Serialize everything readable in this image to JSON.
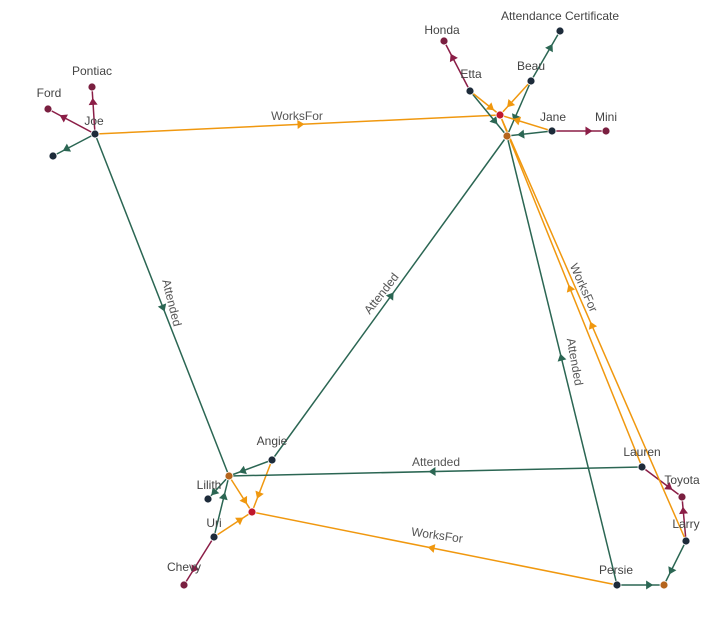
{
  "colors": {
    "edge_green": "#2b6653",
    "edge_orange": "#f0980f",
    "edge_maroon": "#8b1e47",
    "node_dark": "#1d2b3a",
    "node_maroon": "#7a1f40",
    "node_orange": "#b5651d",
    "node_red": "#c0172c",
    "label": "#444444"
  },
  "nodes": [
    {
      "id": "joe",
      "label": "Joe",
      "kind": "dark"
    },
    {
      "id": "ford",
      "label": "Ford",
      "kind": "maroon"
    },
    {
      "id": "pontiac",
      "label": "Pontiac",
      "kind": "maroon"
    },
    {
      "id": "joe_child",
      "label": "",
      "kind": "dark"
    },
    {
      "id": "honda",
      "label": "Honda",
      "kind": "maroon"
    },
    {
      "id": "etta",
      "label": "Etta",
      "kind": "dark"
    },
    {
      "id": "beau",
      "label": "Beau",
      "kind": "dark"
    },
    {
      "id": "attcert",
      "label": "Attendance Certificate",
      "kind": "dark"
    },
    {
      "id": "company_top",
      "label": "",
      "kind": "red"
    },
    {
      "id": "school_top",
      "label": "",
      "kind": "orange"
    },
    {
      "id": "jane",
      "label": "Jane",
      "kind": "dark"
    },
    {
      "id": "mini",
      "label": "Mini",
      "kind": "maroon"
    },
    {
      "id": "angie",
      "label": "Angie",
      "kind": "dark"
    },
    {
      "id": "lilith",
      "label": "Lilith",
      "kind": "orange"
    },
    {
      "id": "lilith_child",
      "label": "",
      "kind": "dark"
    },
    {
      "id": "company_bottom",
      "label": "",
      "kind": "red"
    },
    {
      "id": "uri",
      "label": "Uri",
      "kind": "dark"
    },
    {
      "id": "chevy",
      "label": "Chevy",
      "kind": "maroon"
    },
    {
      "id": "lauren",
      "label": "Lauren",
      "kind": "dark"
    },
    {
      "id": "toyota",
      "label": "Toyota",
      "kind": "maroon"
    },
    {
      "id": "larry",
      "label": "Larry",
      "kind": "dark"
    },
    {
      "id": "persie",
      "label": "Persie",
      "kind": "dark"
    },
    {
      "id": "school_bottom",
      "label": "",
      "kind": "orange"
    }
  ],
  "edges": [
    {
      "from": "joe",
      "to": "ford",
      "color": "maroon",
      "label": ""
    },
    {
      "from": "joe",
      "to": "pontiac",
      "color": "maroon",
      "label": ""
    },
    {
      "from": "joe",
      "to": "joe_child",
      "color": "green",
      "label": ""
    },
    {
      "from": "joe",
      "to": "company_top",
      "color": "orange",
      "label": "WorksFor"
    },
    {
      "from": "joe",
      "to": "lilith",
      "color": "green",
      "label": "Attended"
    },
    {
      "from": "etta",
      "to": "honda",
      "color": "maroon",
      "label": ""
    },
    {
      "from": "etta",
      "to": "school_top",
      "color": "green",
      "label": ""
    },
    {
      "from": "etta",
      "to": "company_top",
      "color": "orange",
      "label": ""
    },
    {
      "from": "beau",
      "to": "attcert",
      "color": "green",
      "label": ""
    },
    {
      "from": "beau",
      "to": "school_top",
      "color": "green",
      "label": ""
    },
    {
      "from": "beau",
      "to": "company_top",
      "color": "orange",
      "label": ""
    },
    {
      "from": "jane",
      "to": "mini",
      "color": "maroon",
      "label": ""
    },
    {
      "from": "jane",
      "to": "school_top",
      "color": "green",
      "label": ""
    },
    {
      "from": "jane",
      "to": "company_top",
      "color": "orange",
      "label": ""
    },
    {
      "from": "angie",
      "to": "school_top",
      "color": "green",
      "label": "Attended"
    },
    {
      "from": "angie",
      "to": "lilith",
      "color": "green",
      "label": ""
    },
    {
      "from": "angie",
      "to": "company_bottom",
      "color": "orange",
      "label": ""
    },
    {
      "from": "lilith",
      "to": "lilith_child",
      "color": "green",
      "label": ""
    },
    {
      "from": "lilith",
      "to": "company_bottom",
      "color": "orange",
      "label": ""
    },
    {
      "from": "uri",
      "to": "lilith",
      "color": "green",
      "label": ""
    },
    {
      "from": "uri",
      "to": "company_bottom",
      "color": "orange",
      "label": ""
    },
    {
      "from": "uri",
      "to": "chevy",
      "color": "maroon",
      "label": ""
    },
    {
      "from": "lauren",
      "to": "lilith",
      "color": "green",
      "label": "Attended"
    },
    {
      "from": "lauren",
      "to": "toyota",
      "color": "maroon",
      "label": ""
    },
    {
      "from": "lauren",
      "to": "company_top",
      "color": "orange",
      "label": "WorksFor"
    },
    {
      "from": "larry",
      "to": "toyota",
      "color": "maroon",
      "label": ""
    },
    {
      "from": "larry",
      "to": "school_bottom",
      "color": "green",
      "label": ""
    },
    {
      "from": "larry",
      "to": "company_top",
      "color": "orange",
      "label": ""
    },
    {
      "from": "persie",
      "to": "school_top",
      "color": "green",
      "label": "Attended"
    },
    {
      "from": "persie",
      "to": "company_bottom",
      "color": "orange",
      "label": "WorksFor"
    },
    {
      "from": "persie",
      "to": "school_bottom",
      "color": "green",
      "label": ""
    }
  ]
}
